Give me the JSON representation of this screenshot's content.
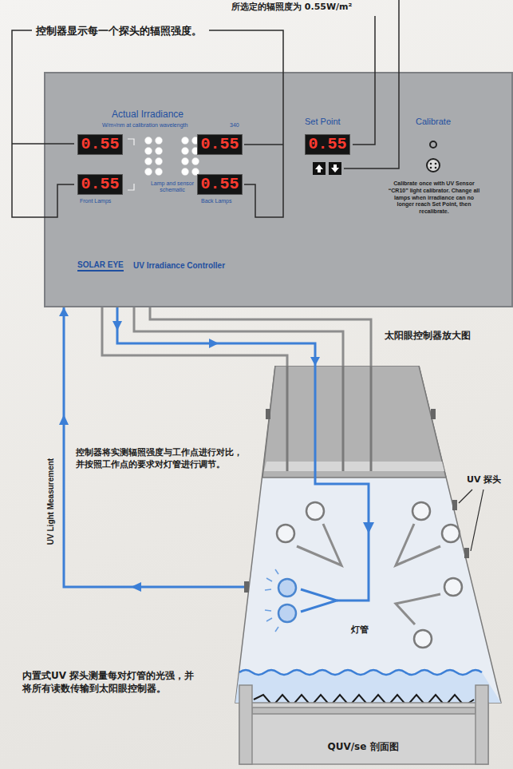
{
  "diagram": {
    "nodes": [
      {
        "text": [
          "SOLAR EYE",
          "UV Irradiance Controller"
        ]
      },
      {
        "text": [
          "0.55"
        ],
        "in": 0
      },
      {
        "text": [
          "0.55"
        ],
        "in": 0
      },
      {
        "text": [
          "0.55"
        ],
        "in": 0
      },
      {
        "text": [
          "0.55"
        ],
        "in": 0
      },
      {
        "text": [
          "0.55"
        ],
        "in": 0
      },
      {
        "text": [
          "QUV/se 剖面图"
        ]
      }
    ],
    "edges": [
      {
        "from": 0,
        "to": 6,
        "arrow": "none"
      },
      {
        "from": 0,
        "to": 6,
        "arrow": "to"
      },
      {
        "from": 0,
        "to": 6,
        "arrow": "none"
      },
      {
        "from": 0,
        "to": 6,
        "arrow": "none"
      },
      {
        "from": 6,
        "to": 0,
        "label": "UV Light Measurement",
        "arrow": "to"
      }
    ],
    "labels": [
      "所选定的辐照度为 0.55W/m²",
      "控制器显示每一个探头的辐照强度。",
      "Actual Irradiance",
      "W/m²/nm at calibration wavelength",
      "340",
      "Lamp and sensor schematic",
      "Front Lamps",
      "Back Lamps",
      "Set Point",
      "Calibrate",
      "Calibrate once with UV Sensor “CR10” light calibrator. Change all lamps when irradiance can no longer reach Set Point, then recalibrate.",
      "太阳眼控制器放大图",
      "控制器将实测辐照强度与工作点进行对比，并按照工作点的要求对灯管进行调节。",
      "UV 探头",
      "灯管",
      "内置式UV 探头测量每对灯管的光强，并将所有读数传输到太阳眼控制器。"
    ]
  }
}
